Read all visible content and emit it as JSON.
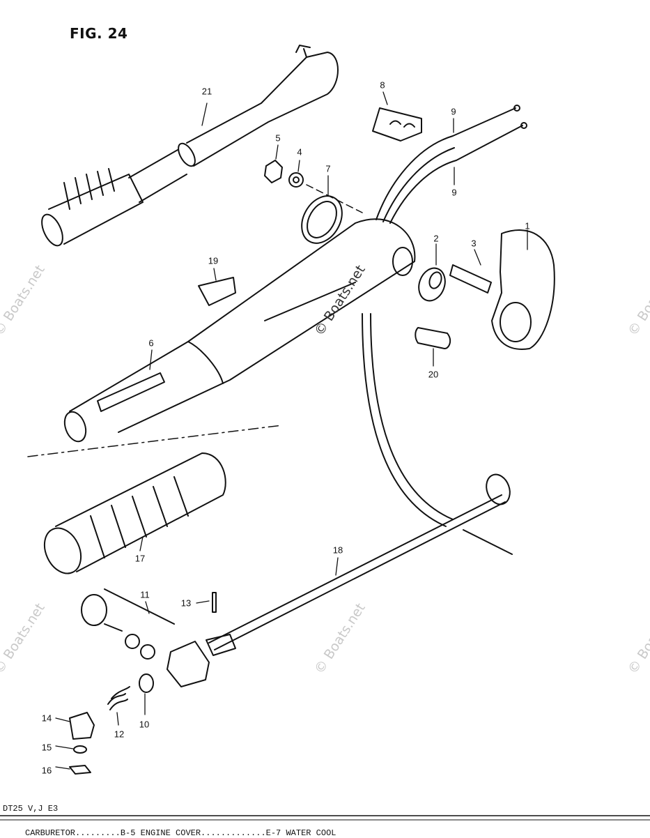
{
  "figure": {
    "title": "FIG. 24",
    "model_code": "DT25 V,J E3",
    "footer_text": "CARBURETOR.........B-5 ENGINE COVER.............E-7 WATER COOL"
  },
  "callouts": [
    "21",
    "8",
    "9",
    "5",
    "4",
    "7",
    "9",
    "1",
    "2",
    "3",
    "19",
    "6",
    "20",
    "17",
    "18",
    "11",
    "13",
    "14",
    "12",
    "10",
    "15",
    "16"
  ],
  "watermark": "© Boats.net",
  "colors": {
    "ink": "#111111",
    "watermark": "#c9c9c9"
  }
}
